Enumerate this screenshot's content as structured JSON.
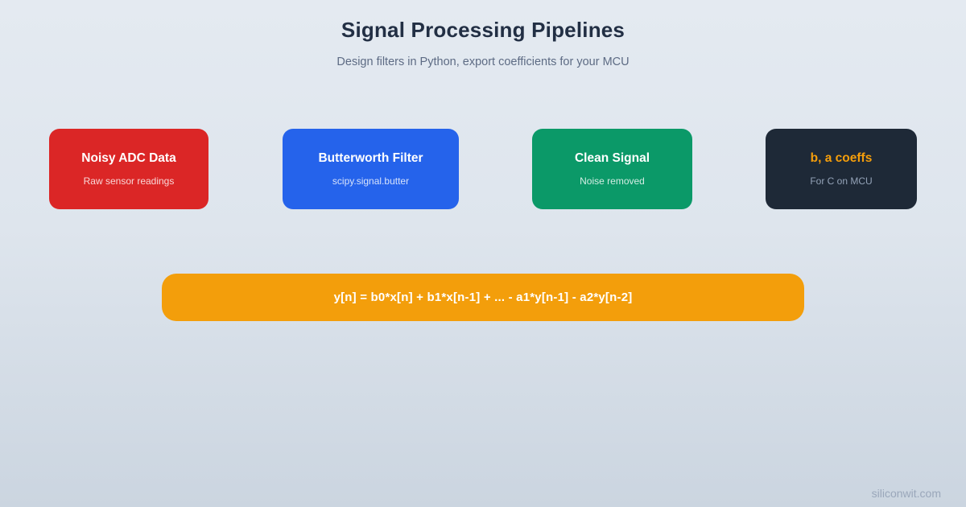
{
  "header": {
    "title": "Signal Processing Pipelines",
    "subtitle": "Design filters in Python, export coefficients for your MCU"
  },
  "pipeline": {
    "nodes": [
      {
        "title": "Noisy ADC Data",
        "subtitle": "Raw sensor readings",
        "bg": "#DB2626",
        "title_color": "#FFFFFF",
        "subtitle_color": "rgba(255,255,255,0.82)"
      },
      {
        "title": "Butterworth Filter",
        "subtitle": "scipy.signal.butter",
        "bg": "#2563EB",
        "title_color": "#FFFFFF",
        "subtitle_color": "rgba(255,255,255,0.82)"
      },
      {
        "title": "Clean Signal",
        "subtitle": "Noise removed",
        "bg": "#0B9968",
        "title_color": "#FFFFFF",
        "subtitle_color": "rgba(255,255,255,0.82)"
      },
      {
        "title": "b, a coeffs",
        "subtitle": "For C on MCU",
        "bg": "#1E2937",
        "title_color": "#F59E0B",
        "subtitle_color": "#94A3B8"
      }
    ],
    "arrow_color": "#64748B"
  },
  "formula": {
    "text": "y[n] = b0*x[n] + b1*x[n-1] + ... - a1*y[n-1] - a2*y[n-2]",
    "bg": "#F39E0B",
    "text_color": "#FFFFFF"
  },
  "footer": {
    "site": "siliconwit.com"
  }
}
